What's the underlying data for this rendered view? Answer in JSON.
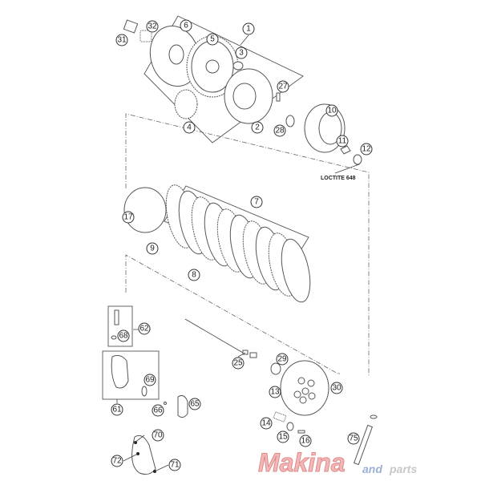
{
  "diagram": {
    "title": "Clutch assembly exploded parts diagram",
    "note": "LOCTITE 648",
    "callouts": [
      "31",
      "32",
      "6",
      "5",
      "1",
      "3",
      "27",
      "2",
      "4",
      "28",
      "10",
      "11",
      "12",
      "7",
      "17",
      "9",
      "8",
      "62",
      "68",
      "25",
      "29",
      "69",
      "61",
      "66",
      "65",
      "13",
      "30",
      "14",
      "15",
      "16",
      "75",
      "70",
      "72",
      "71"
    ],
    "watermark": {
      "main": "Makina",
      "sub_a": "and",
      "sub_b": "parts",
      "color_main": "#e08a8a",
      "color_sub": "#9ab0d8"
    }
  }
}
